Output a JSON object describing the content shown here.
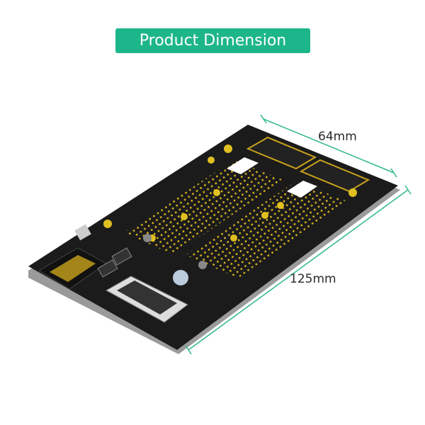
{
  "header": {
    "title": "Product Dimension"
  },
  "dimensions": {
    "width_label": "64mm",
    "length_label": "125mm"
  },
  "colors": {
    "banner": "#1db68b",
    "board": "#1a1a1a",
    "pads": "#d9b21e",
    "dimension_lines": "#2fb88a"
  }
}
